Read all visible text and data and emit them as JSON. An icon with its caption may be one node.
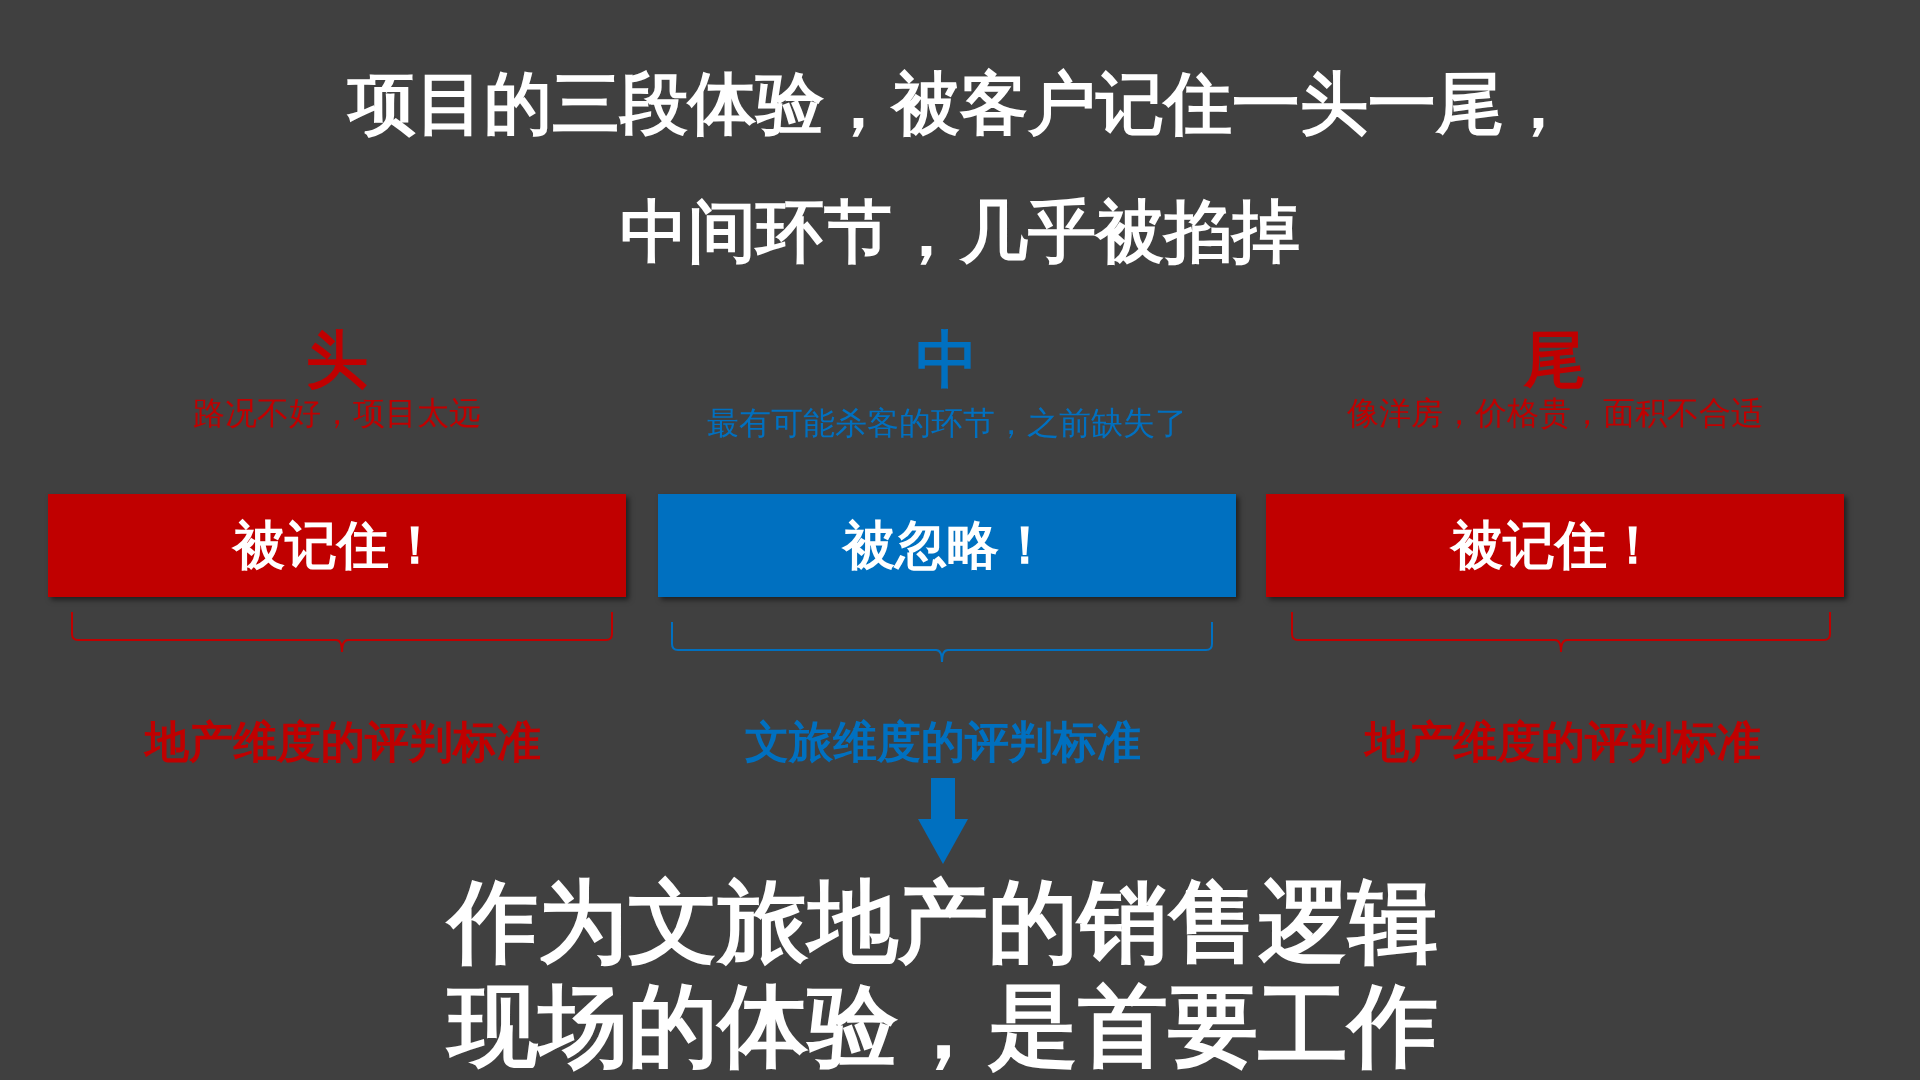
{
  "diagram": {
    "title": "项目的三段体验，被客户记住一头一尾，中间环节，几乎被掐掉",
    "nodes": [
      {
        "text": [
          "被记住！"
        ],
        "beside": [
          "头",
          "路况不好，项目太远"
        ]
      },
      {
        "text": [
          "被忽略！"
        ],
        "beside": [
          "中",
          "最有可能杀客的环节，之前缺失了"
        ]
      },
      {
        "text": [
          "被记住！"
        ],
        "beside": [
          "尾",
          "像洋房，价格贵，面积不合适"
        ]
      },
      {
        "text": [
          "文旅维度的评判标准"
        ]
      },
      {
        "text": [
          "作为文旅地产的销售逻辑",
          "现场的体验，是首要工作"
        ]
      }
    ],
    "edges": [
      {
        "from": 3,
        "to": 4,
        "arrow": "to",
        "color": "#0070c0"
      }
    ],
    "labels": [
      "地产维度的评判标准",
      "地产维度的评判标准"
    ]
  }
}
